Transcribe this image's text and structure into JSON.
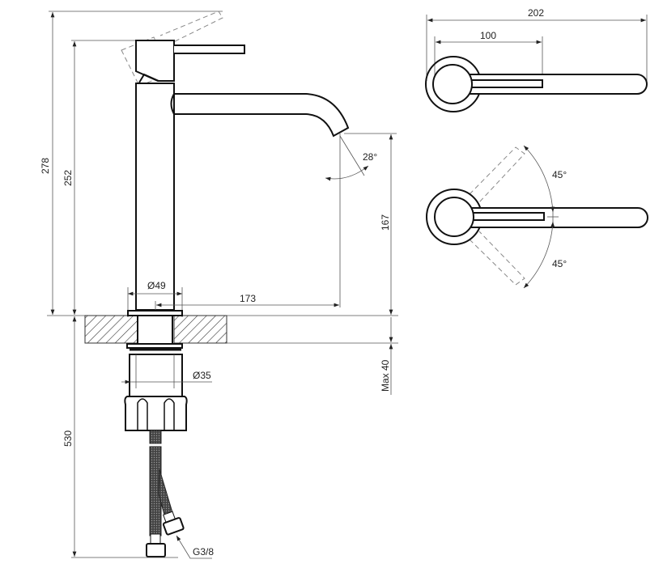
{
  "side_view": {
    "dim_total_height": "278",
    "dim_body_height": "252",
    "dim_spout_angle": "28°",
    "dim_outlet_height": "167",
    "dim_body_diameter": "Ø49",
    "dim_spout_reach": "173",
    "dim_shank_diameter": "Ø35",
    "dim_max_thickness": "Max 40",
    "dim_hose_length": "530",
    "hose_thread": "G3/8"
  },
  "top_view": {
    "dim_total_length": "202",
    "dim_lever_length": "100",
    "rotation_angle_up": "45°",
    "rotation_angle_down": "45°"
  }
}
